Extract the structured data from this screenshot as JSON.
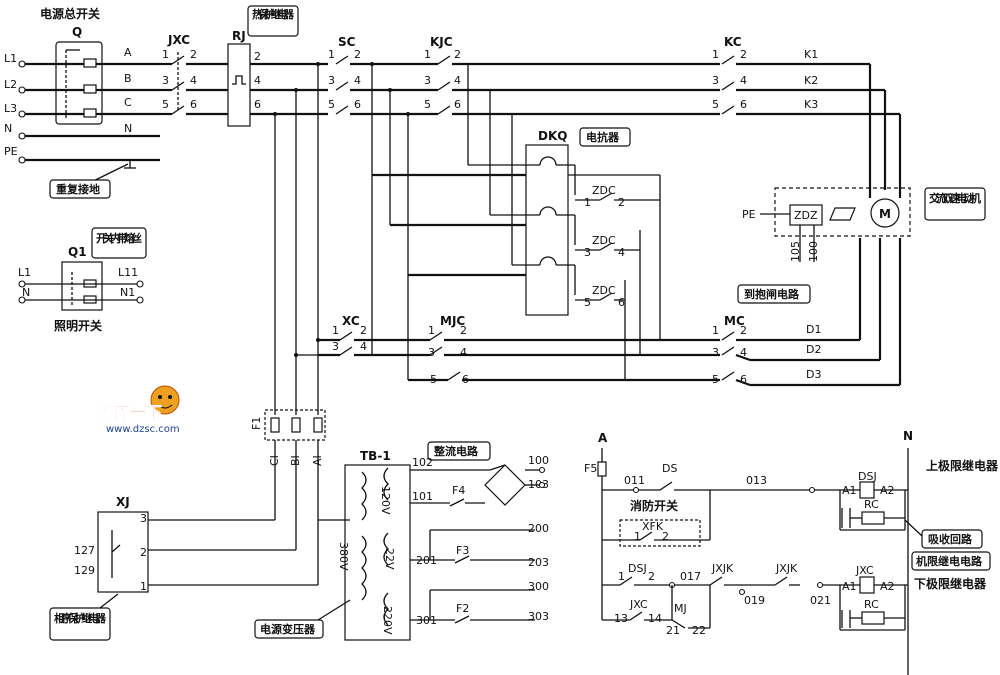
{
  "titles": {
    "main_switch": "电源总开关",
    "thermal_relay": "热保护继电器",
    "brake_unit": "电抗器",
    "motor": "交流双速电动机",
    "brake_circuit": "到抱闸电路",
    "ground": "重复接地",
    "fuse_switch": "开关内带熔丝",
    "light_switch": "照明开关",
    "phase_relay": "相序保护继电器",
    "transformer": "电源变压器",
    "rectifier": "整流电路",
    "fire_switch": "消防开关",
    "upper_relay": "上极限继电器",
    "lower_relay": "下极限继电器",
    "absorb_circuit": "吸收回路",
    "limit_circuit": "机限继电电路"
  },
  "components": {
    "Q": "Q",
    "JXC": "JXC",
    "RJ": "RJ",
    "SC": "SC",
    "KJC": "KJC",
    "KC": "KC",
    "DKQ": "DKQ",
    "ZDZ": "ZDZ",
    "M": "M",
    "PE_motor": "PE",
    "Q1": "Q1",
    "XC": "XC",
    "MJC": "MJC",
    "MC": "MC",
    "F1": "F1",
    "XJ": "XJ",
    "TB1": "TB-1",
    "F2": "F2",
    "F3": "F3",
    "F4": "F4",
    "F5": "F5",
    "DS": "DS",
    "XFK": "XFK",
    "DSJ": "DSJ",
    "JXJK": "JXJK",
    "JXC2": "JXC",
    "MJ": "MJ",
    "RC": "RC",
    "A": "A",
    "N": "N",
    "A1": "A1",
    "A2": "A2",
    "ZDC": "ZDC"
  },
  "lines": {
    "L1": "L1",
    "L2": "L2",
    "L3": "L3",
    "N": "N",
    "PE": "PE",
    "A": "A",
    "B": "B",
    "C": "C",
    "L11": "L11",
    "N1": "N1"
  },
  "outputs": {
    "K1": "K1",
    "K2": "K2",
    "K3": "K3",
    "D1": "D1",
    "D2": "D2",
    "D3": "D3"
  },
  "terminals": {
    "CI": "CI",
    "BI": "BI",
    "AI": "AI",
    "t127": "127",
    "t129": "129",
    "t3": "3",
    "t2": "2",
    "t1": "1",
    "v120": "120V",
    "v380": "380V",
    "v22": "22V",
    "v220": "220V",
    "t102": "102",
    "t101": "101",
    "t201": "201",
    "t301": "301",
    "t100": "100",
    "t103": "103",
    "t200": "200",
    "t203": "203",
    "t300": "300",
    "t303": "303",
    "t011": "011",
    "t013": "013",
    "t017": "017",
    "t019": "019",
    "t021": "021",
    "t13": "13",
    "t14": "14",
    "t21": "21",
    "t22": "22",
    "t105": "105",
    "t100v": "100"
  },
  "contact_numbers": [
    "1",
    "2",
    "3",
    "4",
    "5",
    "6"
  ],
  "watermark": {
    "text1": "维库一下",
    "text2": "www.dzsc.com"
  }
}
